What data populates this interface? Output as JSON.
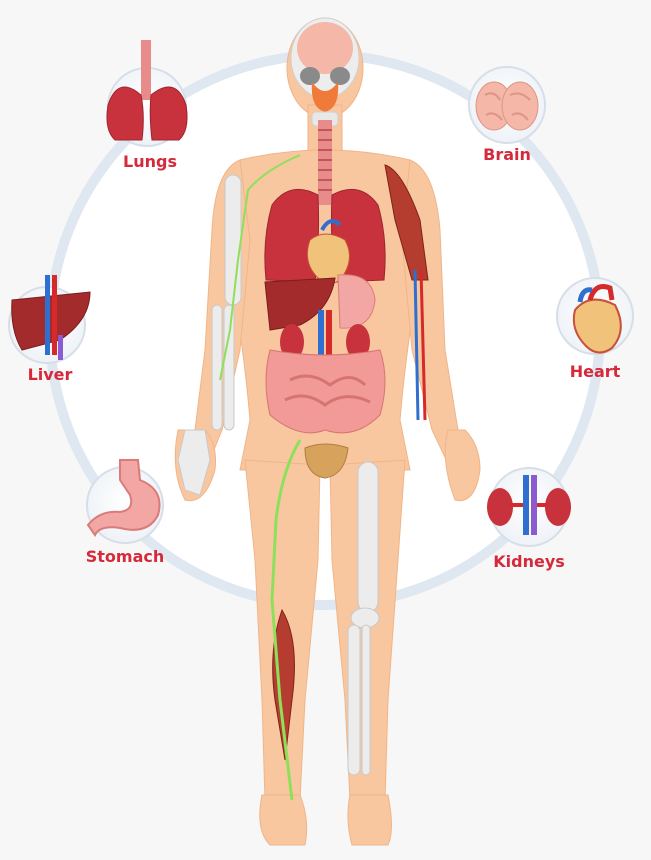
{
  "colors": {
    "label": "#d6293a",
    "skin": "#f8c7a0",
    "ring": "#dfe7f1",
    "organ_red": "#c8323c",
    "bone": "#e9e9e9",
    "nerve": "#8ee05a",
    "artery": "#d62a2a",
    "vein": "#2f6fd0"
  },
  "labels": {
    "lungs": "Lungs",
    "brain": "Brain",
    "liver": "Liver",
    "heart": "Heart",
    "stomach": "Stomach",
    "kidneys": "Kidneys"
  },
  "icons": {
    "lungs": "lungs-icon",
    "brain": "brain-icon",
    "liver": "liver-icon",
    "heart": "heart-icon",
    "stomach": "stomach-icon",
    "kidneys": "kidneys-icon"
  }
}
